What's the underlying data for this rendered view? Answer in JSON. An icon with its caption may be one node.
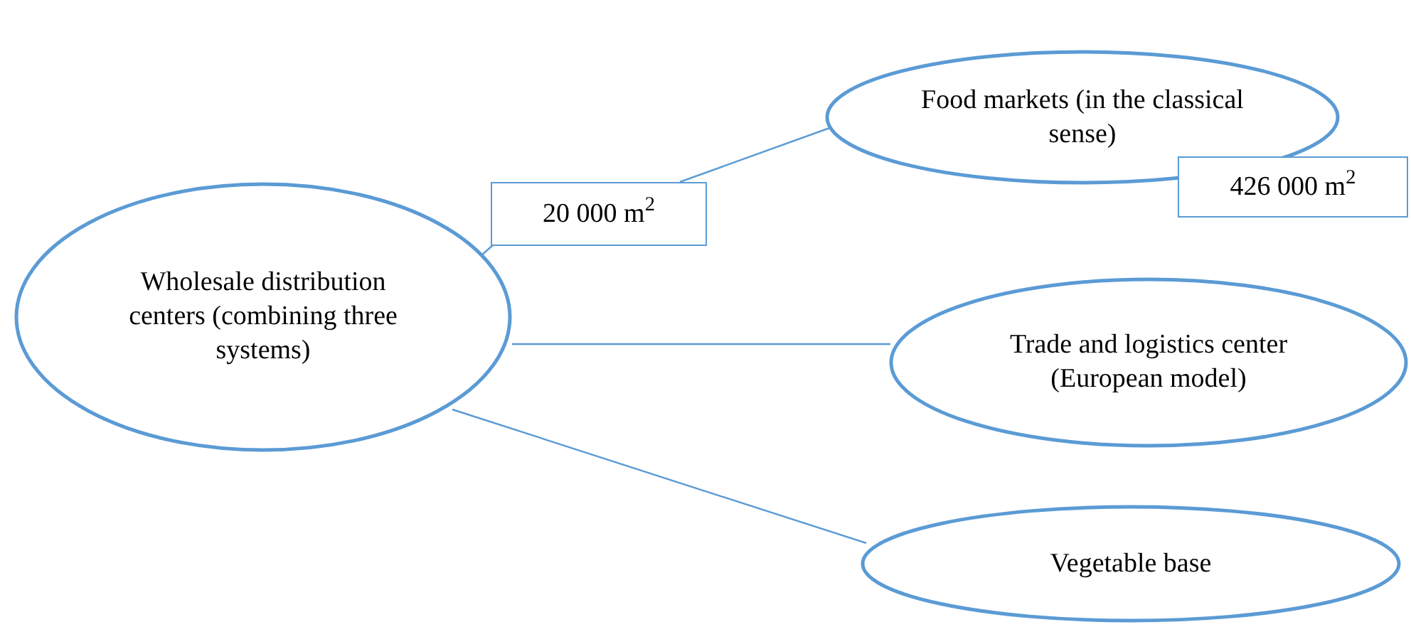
{
  "diagram": {
    "nodes": [
      {
        "text": [
          "Wholesale distribution centers (combining three systems)"
        ]
      },
      {
        "text": [
          "Food markets (in the classical sense)"
        ]
      },
      {
        "text": [
          "Trade and logistics center (European model)"
        ]
      },
      {
        "text": [
          "Vegetable base"
        ]
      },
      {
        "text": [
          "20 000 m$^{2}$"
        ]
      },
      {
        "text": [
          "426 000 m$^{2}$"
        ]
      }
    ],
    "edges": [
      {
        "from": 0,
        "to": 4,
        "arrow": "none"
      },
      {
        "from": 4,
        "to": 1,
        "arrow": "none"
      },
      {
        "from": 0,
        "to": 2,
        "arrow": "none"
      },
      {
        "from": 0,
        "to": 3,
        "arrow": "none"
      }
    ]
  }
}
